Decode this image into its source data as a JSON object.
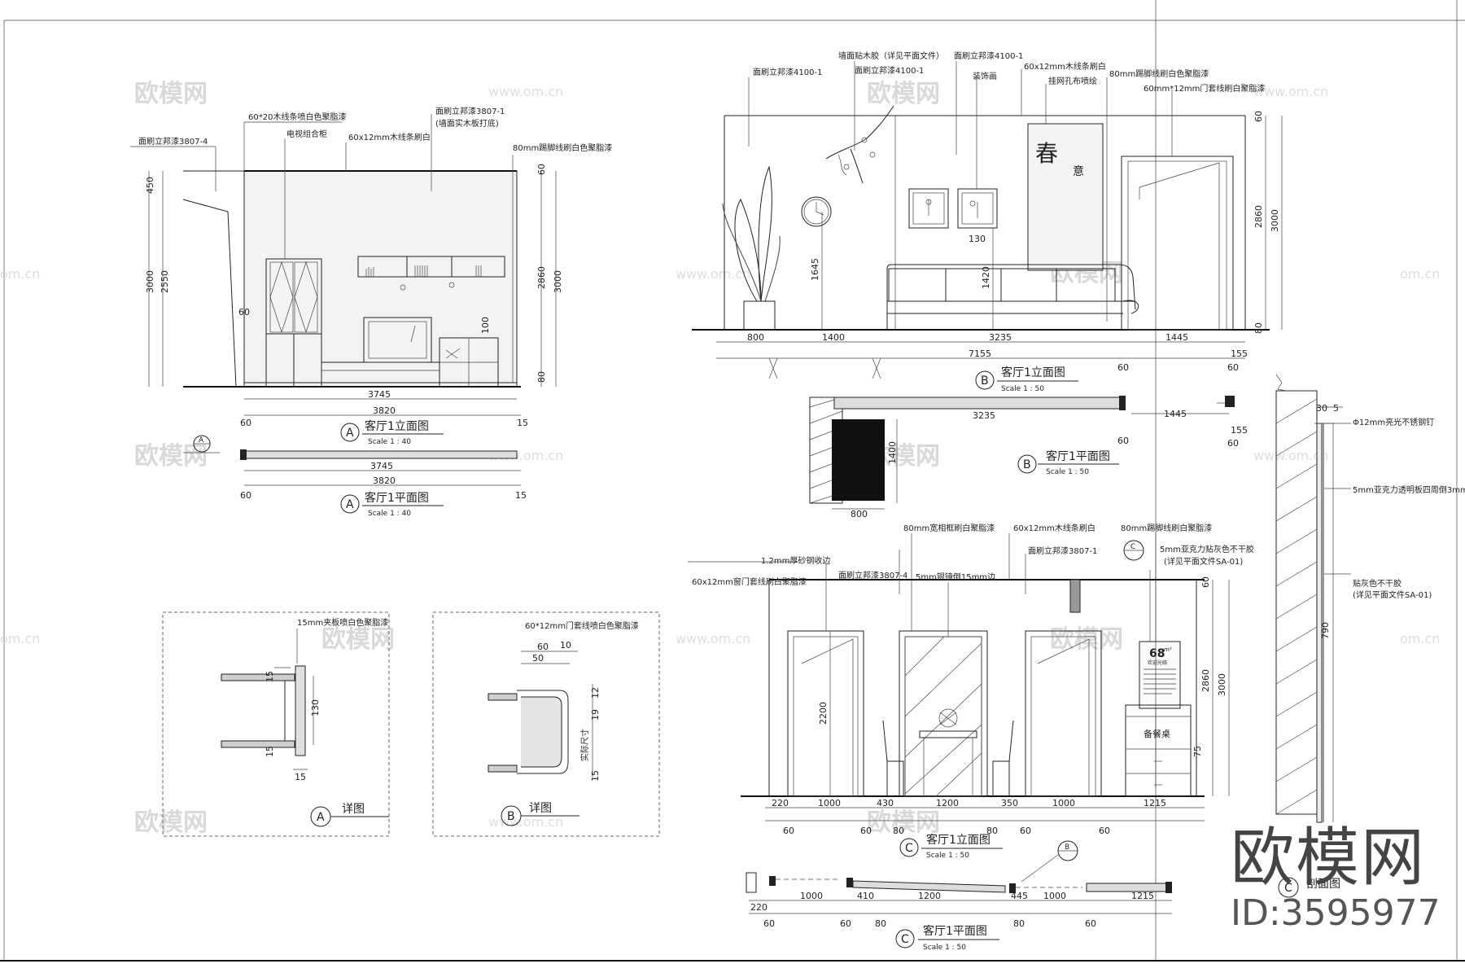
{
  "watermarks": {
    "brand": "欧模网",
    "url": "www.om.cn",
    "url_short": "om.cn"
  },
  "logo": {
    "text": "欧模网",
    "id": "ID:3595977"
  },
  "elevA": {
    "title": "客厅1立面图",
    "badge": "A",
    "scale": "Scale 1 : 40",
    "notes": [
      "面刷立邦漆3807-4",
      "60*20木线条喷白色聚脂漆",
      "电视组合柜",
      "60x12mm木线条刷白",
      "面刷立邦漆3807-1",
      "(墙面实木板打底)",
      "80mm踢脚线刷白色聚脂漆"
    ],
    "dims": [
      "450",
      "3000",
      "2550",
      "60",
      "2860",
      "3000",
      "80",
      "60",
      "100",
      "3745",
      "3820",
      "60",
      "15"
    ]
  },
  "planA": {
    "title": "客厅1平面图",
    "badge": "A",
    "scale": "Scale 1 : 40",
    "dims": [
      "3745",
      "3820",
      "60",
      "15"
    ]
  },
  "detailA": {
    "title": "详图",
    "badge": "A",
    "note": "15mm夹板喷白色聚脂漆",
    "dims": [
      "15",
      "130",
      "15",
      "15"
    ]
  },
  "detailB": {
    "title": "详图",
    "badge": "B",
    "note": "60*12mm门套线喷白色聚脂漆",
    "dims": [
      "60",
      "50",
      "10",
      "12",
      "19",
      "实际尺寸",
      "15"
    ]
  },
  "elevB": {
    "title": "客厅1立面图",
    "badge": "B",
    "scale": "Scale 1 : 50",
    "notes": [
      "墙面贴木胶（详见平面文件）",
      "面刷立邦漆4100-1",
      "面刷立邦漆4100-1",
      "面刷立邦漆4100-1",
      "装饰画",
      "60x12mm木线条刷白",
      "挂网孔布喷绘",
      "80mm踢脚线刷白色聚脂漆",
      "60mm*12mm门套线刷白聚脂漆"
    ],
    "art_text": [
      "春",
      "意"
    ],
    "dims": [
      "800",
      "1400",
      "3235",
      "1445",
      "7155",
      "155",
      "60",
      "60",
      "1645",
      "1420",
      "130",
      "2860",
      "3000",
      "80",
      "60"
    ]
  },
  "planB": {
    "title": "客厅1平面图",
    "badge": "B",
    "scale": "Scale 1 : 50",
    "dims": [
      "3235",
      "1445",
      "1400",
      "800",
      "60",
      "155",
      "60"
    ]
  },
  "elevC": {
    "title": "客厅1立面图",
    "badge": "C",
    "scale": "Scale 1 : 50",
    "notes": [
      "1.2mm厚砂钢收边",
      "60x12mm窗门套线刷白聚脂漆",
      "面刷立邦漆3807-4",
      "80mm宽相框刷白聚脂漆",
      "5mm银镜倒15mm边",
      "60x12mm木线条刷白",
      "面刷立邦漆3807-1",
      "80mm踢脚线刷白聚脂漆",
      "5mm亚克力贴灰色不干胶",
      "(详见平面文件SA-01)"
    ],
    "dims": [
      "220",
      "1000",
      "430",
      "1200",
      "350",
      "1000",
      "1215",
      "60",
      "60",
      "80",
      "80",
      "60",
      "60",
      "2200",
      "2860",
      "3000",
      "60",
      "75"
    ],
    "sign": {
      "num": "68",
      "unit": "m²",
      "sub": "欢迎光临"
    },
    "cabinet_label": "备餐桌"
  },
  "planC": {
    "title": "客厅1平面图",
    "badge": "C",
    "scale": "Scale 1 : 50",
    "dims": [
      "220",
      "1000",
      "410",
      "1200",
      "445",
      "1000",
      "1215",
      "60",
      "60",
      "80",
      "80",
      "60"
    ],
    "ref_badge": "B"
  },
  "section": {
    "title": "剖面图",
    "badge": "C",
    "notes": [
      "Φ12mm亮光不锈钢钉",
      "5mm亚克力透明板四周倒3mm边",
      "贴灰色不干胶",
      "(详见平面文件SA-01)"
    ],
    "dims": [
      "30",
      "5",
      "790"
    ]
  }
}
